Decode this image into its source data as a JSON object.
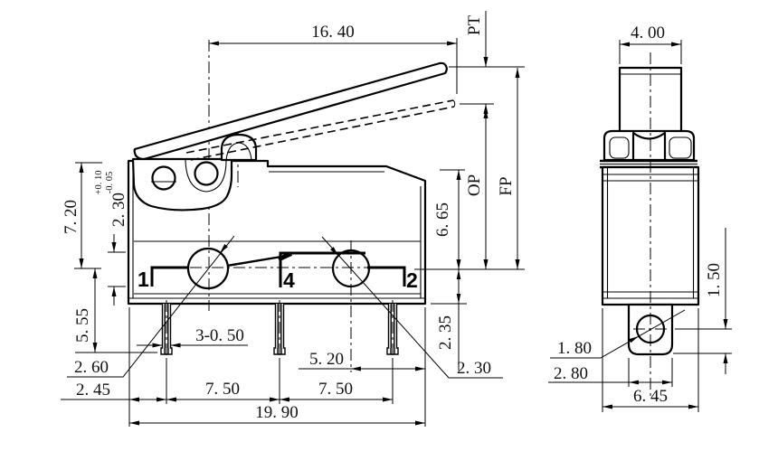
{
  "front": {
    "dim_lever_length": "16. 40",
    "label_pt": "PT",
    "label_op": "OP",
    "label_fp": "FP",
    "dim_height": "7. 20",
    "dim_tol_main": "2. 30",
    "dim_tol_plus": "+0. 10",
    "dim_tol_minus": "-0. 05",
    "dim_center_to_tip": "5. 55",
    "dim_contact_left": "2. 60",
    "dim_edge_to_pin": "2. 45",
    "dim_pin_width": "3-0. 50",
    "dim_pitch_a": "7. 50",
    "dim_pitch_b": "7. 50",
    "dim_overall": "19. 90",
    "dim_center_to_edge": "5. 20",
    "dim_contact_right": "2. 30",
    "dim_top_to_center": "6. 65",
    "dim_center_to_bottom": "2. 35",
    "terminal_1": "1",
    "terminal_4": "4",
    "terminal_2": "2"
  },
  "side": {
    "dim_plunger_width": "4. 00",
    "dim_hole_to_bottom": "1. 50",
    "dim_hole_dia": "1. 80",
    "dim_tab_width": "2. 80",
    "dim_body_depth": "6. 45"
  }
}
